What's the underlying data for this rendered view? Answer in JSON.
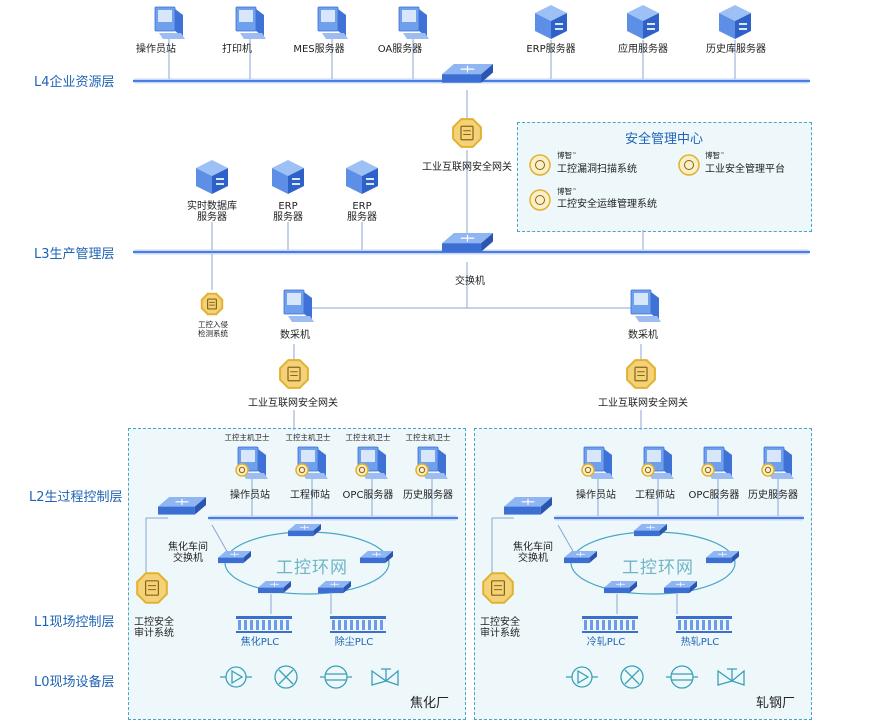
{
  "layers": {
    "l4": "L4企业资源层",
    "l3": "L3生产管理层",
    "l2": "L2生过程控制层",
    "l1": "L1现场控制层",
    "l0": "L0现场设备层"
  },
  "l4": {
    "stations": [
      "操作员站",
      "打印机",
      "MES服务器",
      "OA服务器"
    ],
    "servers": [
      "ERP服务器",
      "应用服务器",
      "历史库服务器"
    ],
    "gateway": "工业互联网安全网关"
  },
  "security_center": {
    "title": "安全管理中心",
    "brand": "博智",
    "tm": "™",
    "items": [
      "工控漏洞扫描系统",
      "工业安全管理平台",
      "工控安全运维管理系统"
    ]
  },
  "l3": {
    "servers": [
      {
        "line1": "实时数据库",
        "line2": "服务器"
      },
      {
        "line1": "ERP",
        "line2": "服务器"
      },
      {
        "line1": "ERP",
        "line2": "服务器"
      }
    ],
    "switch": "交换机",
    "ids": {
      "line1": "工控入侵",
      "line2": "检测系统"
    },
    "collectors": [
      "数采机",
      "数采机"
    ],
    "gateways": [
      "工业互联网安全网关",
      "工业互联网安全网关"
    ]
  },
  "plant_left": {
    "name": "焦化厂",
    "guards": [
      "工控主机卫士",
      "工控主机卫士",
      "工控主机卫士",
      "工控主机卫士"
    ],
    "stations": [
      "操作员站",
      "工程师站",
      "OPC服务器",
      "历史服务器"
    ],
    "switch": {
      "line1": "焦化车间",
      "line2": "交换机"
    },
    "ring": "工控环网",
    "plcs": [
      "焦化PLC",
      "除尘PLC"
    ],
    "audit": {
      "line1": "工控安全",
      "line2": "审计系统"
    }
  },
  "plant_right": {
    "name": "轧钢厂",
    "stations": [
      "操作员站",
      "工程师站",
      "OPC服务器",
      "历史服务器"
    ],
    "switch": {
      "line1": "焦化车间",
      "line2": "交换机"
    },
    "ring": "工控环网",
    "plcs": [
      "冷轧PLC",
      "热轧PLC"
    ],
    "audit": {
      "line1": "工控安全",
      "line2": "审计系统"
    }
  },
  "colors": {
    "bus": "#4a7de0",
    "layer_text": "#1f63b5",
    "zone_fill": "#eef8fb",
    "zone_border": "#4aa6c4",
    "gold": "#e2b12e",
    "ring": "#4aa6c4",
    "device_blue": "#3f7fe0"
  }
}
